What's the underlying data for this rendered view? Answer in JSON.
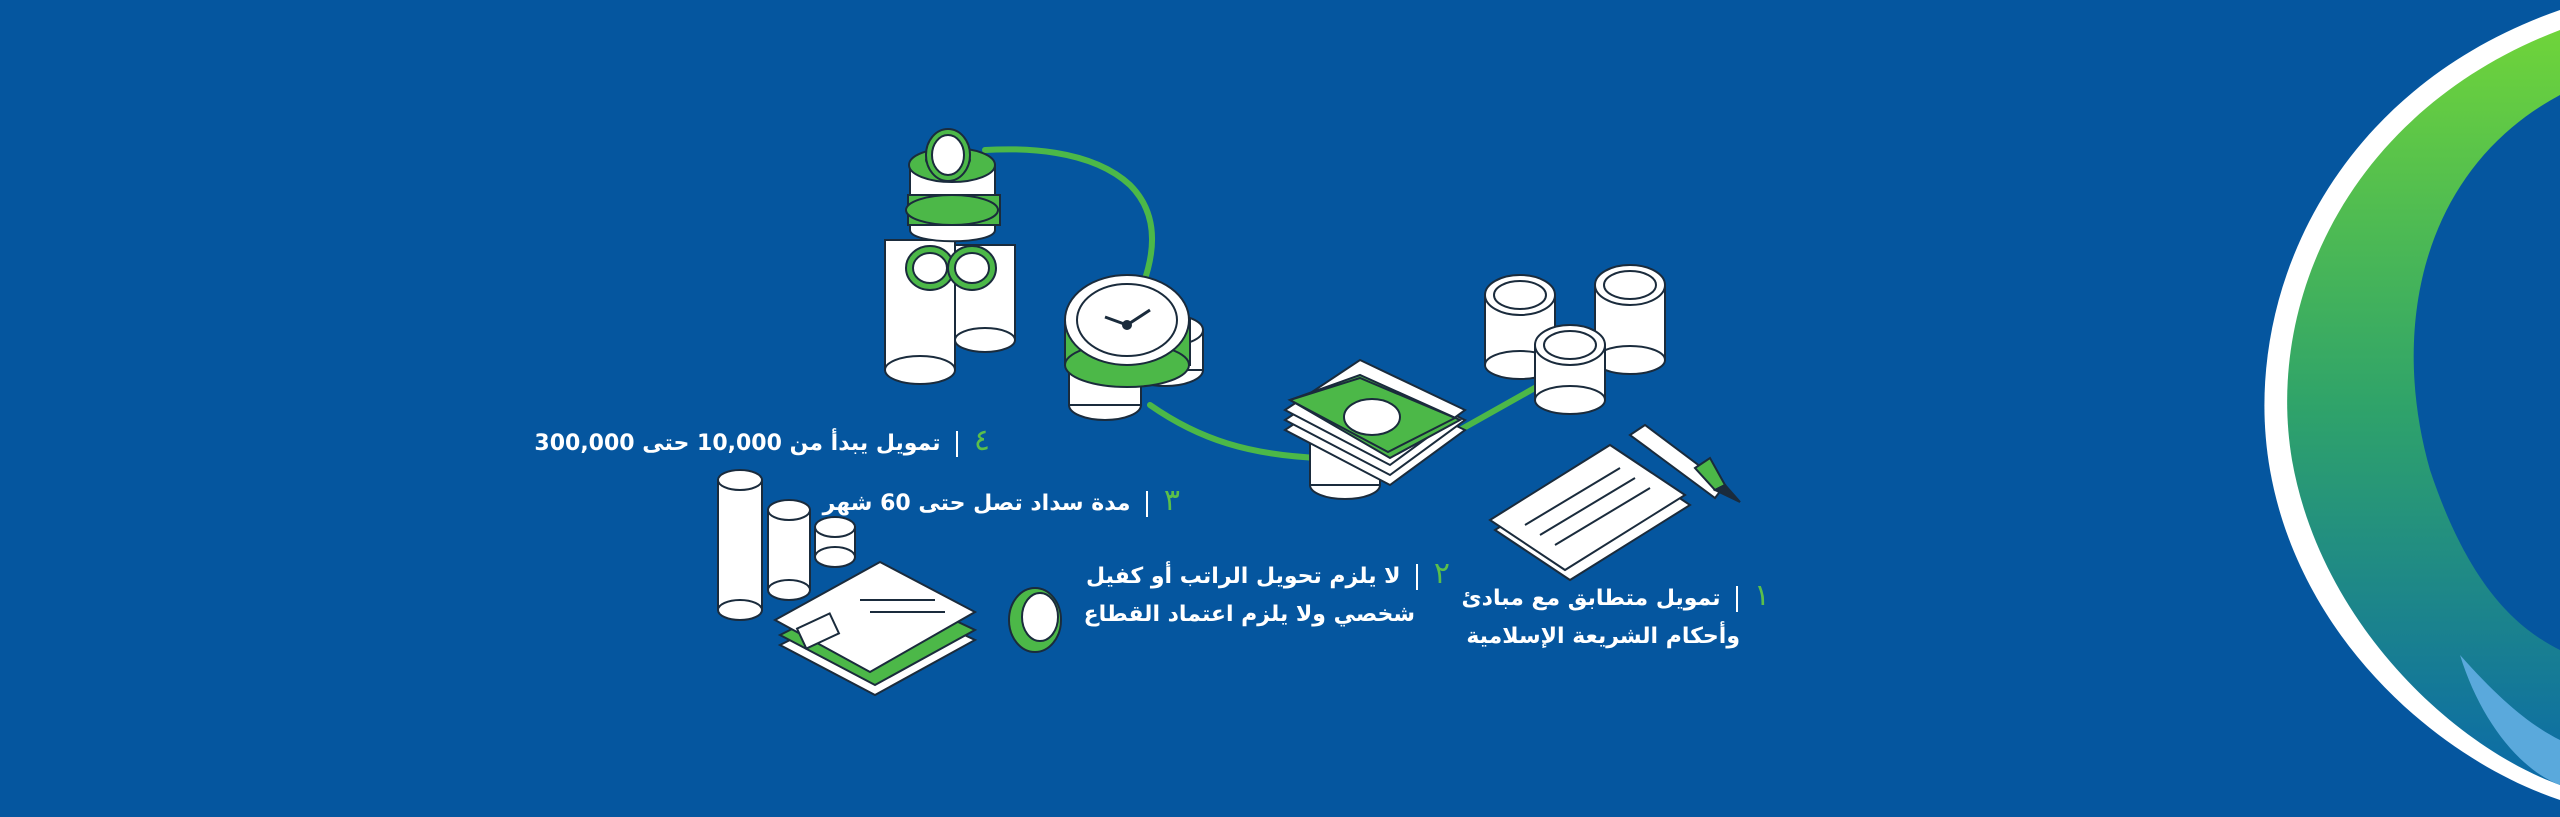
{
  "features": [
    {
      "number": "١",
      "line1": "تمويل متطابق مع مبادئ",
      "line2": "وأحكام الشريعة الإسلامية"
    },
    {
      "number": "٢",
      "line1": "لا يلزم تحويل الراتب أو كفيل",
      "line2": "شخصي ولا يلزم اعتماد القطاع"
    },
    {
      "number": "٣",
      "line1": "مدة سداد تصل حتى 60  شهر"
    },
    {
      "number": "٤",
      "line1": "تمويل يبدأ من 10,000 حتى 300,000"
    }
  ],
  "colors": {
    "background": "#05569f",
    "accent_green": "#4cb848",
    "white": "#ffffff",
    "light_blue": "#5aa9dc"
  }
}
